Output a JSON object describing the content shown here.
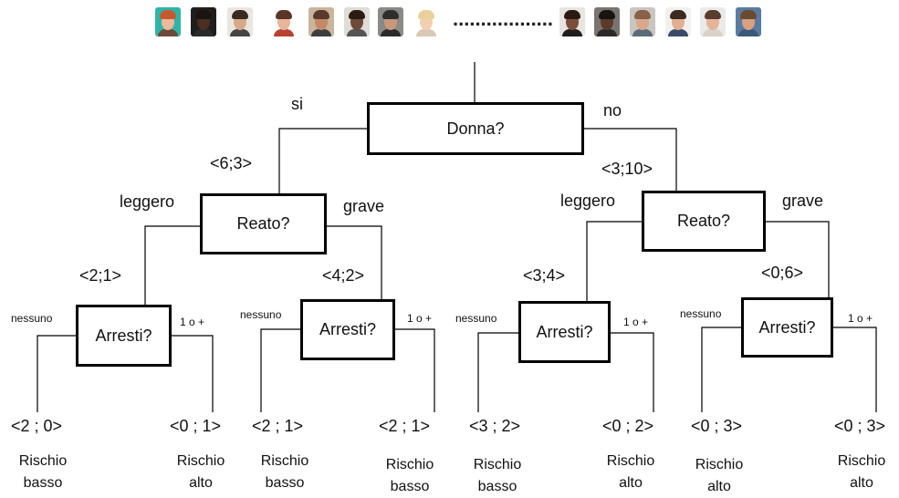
{
  "faces": [
    {
      "name": "face-1",
      "skin": "#f0b89a",
      "hair": "#c65a2e",
      "bg": "#2fb5a8",
      "shirt": "#6b4a3a"
    },
    {
      "name": "face-2",
      "skin": "#4a2e22",
      "hair": "#1c1410",
      "bg": "#1e1e1e",
      "shirt": "#2a2a2a"
    },
    {
      "name": "face-3",
      "skin": "#d7a98a",
      "hair": "#3a2a20",
      "bg": "#e9e6e2",
      "shirt": "#444"
    },
    {
      "name": "face-4",
      "skin": "#e8b59a",
      "hair": "#5a3526",
      "bg": "#ffffff",
      "shirt": "#b8422e"
    },
    {
      "name": "face-5",
      "skin": "#c28a6a",
      "hair": "#5a3a28",
      "bg": "#c9b59c",
      "shirt": "#3d3d3d"
    },
    {
      "name": "face-6",
      "skin": "#6e4a38",
      "hair": "#2a1c14",
      "bg": "#e0dcd6",
      "shirt": "#555"
    },
    {
      "name": "face-7",
      "skin": "#c89878",
      "hair": "#2e2e2e",
      "bg": "#8a8a86",
      "shirt": "#2a2a2a"
    },
    {
      "name": "face-8",
      "skin": "#f2cfb0",
      "hair": "#e8d29a",
      "bg": "#ffffff",
      "shirt": "#d9c8b5"
    },
    {
      "name": "face-9",
      "skin": "#7a4e38",
      "hair": "#2a1a12",
      "bg": "#e8e4e0",
      "shirt": "#1e1e1e"
    },
    {
      "name": "face-10",
      "skin": "#5a3a2a",
      "hair": "#1a1410",
      "bg": "#7a7470",
      "shirt": "#2a2a2a"
    },
    {
      "name": "face-11",
      "skin": "#d9a88a",
      "hair": "#8a6048",
      "bg": "#c9c5c0",
      "shirt": "#5a6a7a"
    },
    {
      "name": "face-12",
      "skin": "#e0b090",
      "hair": "#3a2a20",
      "bg": "#f2f0ee",
      "shirt": "#3a4a6a"
    },
    {
      "name": "face-13",
      "skin": "#e4b598",
      "hair": "#5a3c2c",
      "bg": "#eaeaea",
      "shirt": "#d8d2c8"
    },
    {
      "name": "face-14",
      "skin": "#d8a080",
      "hair": "#6a4a30",
      "bg": "#5a7aa0",
      "shirt": "#3a5a7a"
    }
  ],
  "dots": "..................",
  "root": {
    "label": "Donna?",
    "yes": "si",
    "no": "no"
  },
  "left": {
    "count": "<6;3>",
    "label": "Reato?",
    "a": "leggero",
    "b": "grave",
    "ll": {
      "count": "<2;1>",
      "label": "Arresti?",
      "a": "nessuno",
      "b": "1 o +",
      "leaf_a": "<2 ; 0>",
      "risk_a": [
        "Rischio",
        "basso"
      ],
      "leaf_b": "<0 ; 1>",
      "risk_b": [
        "Rischio",
        "alto"
      ]
    },
    "lr": {
      "count": "<4;2>",
      "label": "Arresti?",
      "a": "nessuno",
      "b": "1 o +",
      "leaf_a": "<2 ;  1>",
      "risk_a": [
        "Rischio",
        "basso"
      ],
      "leaf_b": "<2  ; 1>",
      "risk_b": [
        "Rischio",
        "basso"
      ]
    }
  },
  "right": {
    "count": "<3;10>",
    "label": "Reato?",
    "a": "leggero",
    "b": "grave",
    "rl": {
      "count": "<3;4>",
      "label": "Arresti?",
      "a": "nessuno",
      "b": "1 o +",
      "leaf_a": "<3  ;  2>",
      "risk_a": [
        "Rischio",
        "basso"
      ],
      "leaf_b": "<0 ; 2>",
      "risk_b": [
        "Rischio",
        "alto"
      ]
    },
    "rr": {
      "count": "<0;6>",
      "label": "Arresti?",
      "a": "nessuno",
      "b": "1 o +",
      "leaf_a": "<0 ; 3>",
      "risk_a": [
        "Rischio",
        "alto"
      ],
      "leaf_b": "<0 ; 3>",
      "risk_b": [
        "Rischio",
        "alto"
      ]
    }
  }
}
